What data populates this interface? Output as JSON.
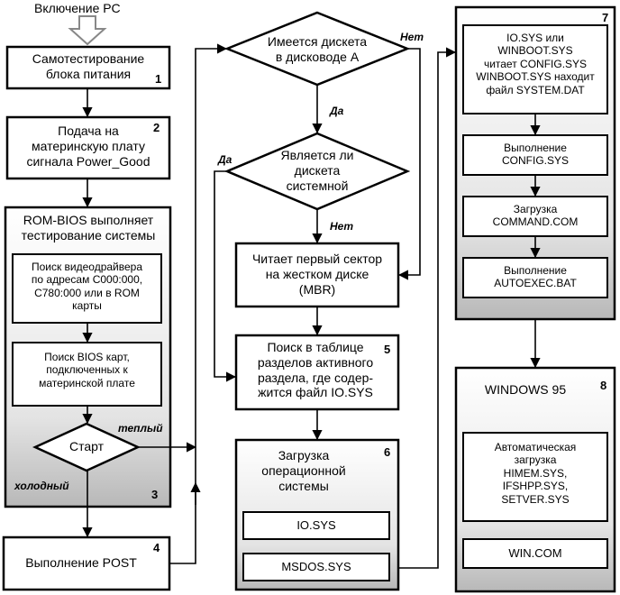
{
  "title": "Включение РС",
  "steps": {
    "psu_selftest": {
      "text": "Самотестирование\nблока питания",
      "num": "1"
    },
    "power_good": {
      "text": "Подача на\nматеринскую плату\nсигнала Power_Good",
      "num": "2"
    },
    "rom_bios": {
      "text": "ROM-BIOS выполняет\nтестирование системы",
      "num": "3"
    },
    "video_search": {
      "text": "Поиск видеодрайвера\nпо адресам С000:000,\nС780:000 или в ROM\nкарты"
    },
    "bios_cards": {
      "text": "Поиск BIOS карт,\nподключенных к\nматеринской плате"
    },
    "start": {
      "text": "Старт"
    },
    "post": {
      "text": "Выполнение POST",
      "num": "4"
    },
    "floppy_q": {
      "text": "Имеется дискета\nв дисководе А"
    },
    "system_q": {
      "text": "Является ли\nдискета\nсистемной"
    },
    "read_mbr": {
      "text": "Читает первый сектор\nна жестком диске\n(MBR)"
    },
    "partition_search": {
      "text": "Поиск в таблице\nразделов активного\nраздела, где содер-\nжится файл IO.SYS",
      "num": "5"
    },
    "os_load": {
      "text": "Загрузка\nоперационной\nсистемы",
      "num": "6"
    },
    "io_sys": {
      "text": "IO.SYS"
    },
    "msdos_sys": {
      "text": "MSDOS.SYS"
    },
    "io_reads_config": {
      "text": "IO.SYS или\nWINBOOT.SYS\nчитает CONFIG.SYS\nWINBOOT.SYS находит\nфайл SYSTEM.DAT",
      "num": "7"
    },
    "exec_config": {
      "text": "Выполнение\nCONFIG.SYS"
    },
    "load_command": {
      "text": "Загрузка\nCOMMAND.COM"
    },
    "exec_autoexec": {
      "text": "Выполнение\nAUTOEXEC.BAT"
    },
    "windows95": {
      "text": "WINDOWS 95",
      "num": "8"
    },
    "auto_load": {
      "text": "Автоматическая\nзагрузка\nHIMEM.SYS,\nIFSHPP.SYS,\nSETVER.SYS"
    },
    "win_com": {
      "text": "WIN.COM"
    }
  },
  "edge_labels": {
    "net_floppy": "Нет",
    "da_floppy": "Да",
    "da_system": "Да",
    "net_system": "Нет",
    "warm": "теплый",
    "cold": "холодный"
  }
}
